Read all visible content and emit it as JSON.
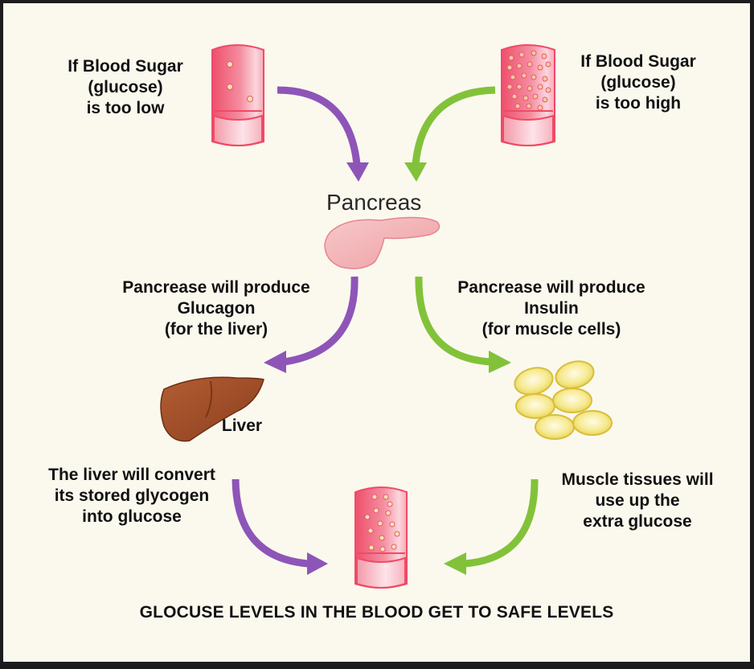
{
  "diagram": {
    "title": "Blood glucose regulation by the pancreas",
    "colors": {
      "background": "#fbf9ee",
      "glucagon_path": "#8e55b8",
      "insulin_path": "#82c23a",
      "blood_vessel": "#f0627a",
      "liver": "#9a4a25",
      "muscle_cells": "#f2e27a",
      "pancreas": "#f2b5b8"
    },
    "low_sugar": {
      "text": "If Blood Sugar\n(glucose)\nis too low",
      "icon": "blood-vessel-low-glucose"
    },
    "high_sugar": {
      "text": "If Blood Sugar\n(glucose)\nis too high",
      "icon": "blood-vessel-high-glucose"
    },
    "pancreas": {
      "label": "Pancreas",
      "icon": "pancreas"
    },
    "glucagon": {
      "text": "Pancrease will produce\nGlucagon\n(for the liver)"
    },
    "insulin": {
      "text": "Pancrease will produce\nInsulin\n(for muscle cells)"
    },
    "liver": {
      "label": "Liver",
      "icon": "liver"
    },
    "muscle": {
      "icon": "muscle-cells"
    },
    "liver_action": {
      "text": "The liver will convert\nits stored glycogen\ninto glucose"
    },
    "muscle_action": {
      "text": "Muscle tissues will\nuse up the\nextra glucose"
    },
    "result": {
      "icon": "blood-vessel-normal-glucose",
      "text": "GLOCUSE LEVELS IN THE BLOOD GET TO SAFE LEVELS"
    }
  }
}
